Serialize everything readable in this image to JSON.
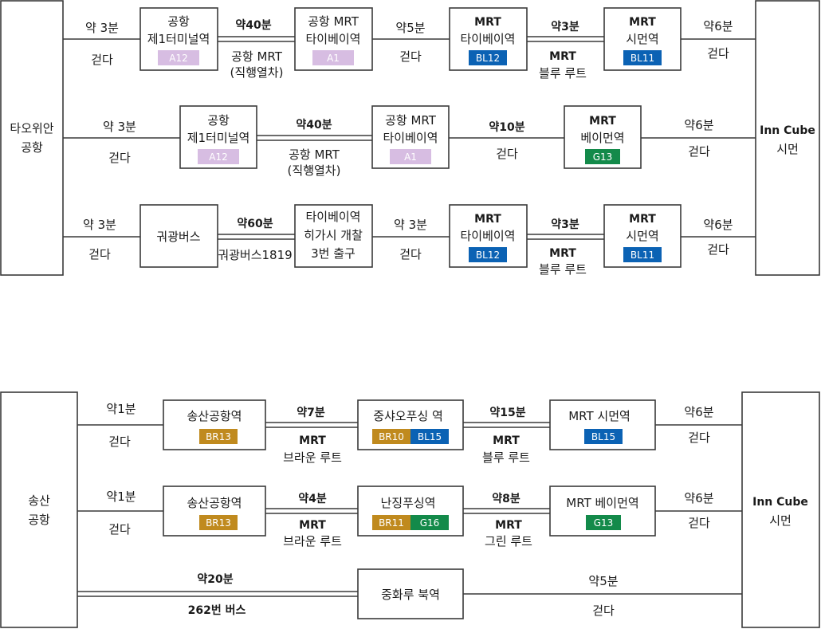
{
  "colors": {
    "line": "#3a3a3a",
    "badge_airport": "#d7bde2",
    "badge_blue": "#0b62b4",
    "badge_green": "#138a4a",
    "badge_brown": "#c08a1e"
  },
  "taoyuan": {
    "origin": [
      "타오위안",
      "공항"
    ],
    "dest": [
      "Inn Cube",
      "시먼"
    ],
    "route1": {
      "walk1_top": "약 3분",
      "walk1_bottom": "걷다",
      "st1_name": [
        "공항",
        "제1터미널역"
      ],
      "st1_badge": "A12",
      "seg2_top": "약40분",
      "seg2_bottom": [
        "공항 MRT",
        "(직행열차)"
      ],
      "st2_name": [
        "공항 MRT",
        "타이베이역"
      ],
      "st2_badge": "A1",
      "walk2_top": "약5분",
      "walk2_bottom": "걷다",
      "st3_name": [
        "MRT",
        "타이베이역"
      ],
      "st3_badge": "BL12",
      "seg4_top": "약3분",
      "seg4_bottom": [
        "MRT",
        "블루 루트"
      ],
      "st4_name": [
        "MRT",
        "시먼역"
      ],
      "st4_badge": "BL11",
      "walk3_top": "약6분",
      "walk3_bottom": "걷다"
    },
    "route2": {
      "walk1_top": "약 3분",
      "walk1_bottom": "걷다",
      "st1_name": [
        "공항",
        "제1터미널역"
      ],
      "st1_badge": "A12",
      "seg2_top": "약40분",
      "seg2_bottom": [
        "공항 MRT",
        "(직행열차)"
      ],
      "st2_name": [
        "공항 MRT",
        "타이베이역"
      ],
      "st2_badge": "A1",
      "seg3_top": "약10분",
      "seg3_bottom": "걷다",
      "st3_name": [
        "MRT",
        "베이먼역"
      ],
      "st3_badge": "G13",
      "walk3_top": "약6분",
      "walk3_bottom": "걷다"
    },
    "route3": {
      "walk1_top": "약 3분",
      "walk1_bottom": "걷다",
      "st1_name": "궈광버스",
      "seg2_top": "약60분",
      "seg2_bottom": "궈광버스1819",
      "st2_name": [
        "타이베이역",
        "히가시 개찰",
        "3번 출구"
      ],
      "walk2_top": "약 3분",
      "walk2_bottom": "걷다",
      "st3_name": [
        "MRT",
        "타이베이역"
      ],
      "st3_badge": "BL12",
      "seg4_top": "약3분",
      "seg4_bottom": [
        "MRT",
        "블루 루트"
      ],
      "st4_name": [
        "MRT",
        "시먼역"
      ],
      "st4_badge": "BL11",
      "walk3_top": "약6분",
      "walk3_bottom": "걷다"
    }
  },
  "songshan": {
    "origin": [
      "송산",
      "공항"
    ],
    "dest": [
      "Inn Cube",
      "시먼"
    ],
    "route1": {
      "walk1_top": "약1분",
      "walk1_bottom": "걷다",
      "st1_name": "송산공항역",
      "st1_badge": "BR13",
      "seg2_top": "약7분",
      "seg2_bottom": [
        "MRT",
        "브라운 루트"
      ],
      "st2_name": "중샤오푸싱 역",
      "st2_badge_a": "BR10",
      "st2_badge_b": "BL15",
      "seg3_top": "약15분",
      "seg3_bottom": [
        "MRT",
        "블루 루트"
      ],
      "st3_name": "MRT 시먼역",
      "st3_badge": "BL15",
      "walk3_top": "약6분",
      "walk3_bottom": "걷다"
    },
    "route2": {
      "walk1_top": "약1분",
      "walk1_bottom": "걷다",
      "st1_name": "송산공항역",
      "st1_badge": "BR13",
      "seg2_top": "약4분",
      "seg2_bottom": [
        "MRT",
        "브라운 루트"
      ],
      "st2_name": "난징푸싱역",
      "st2_badge_a": "BR11",
      "st2_badge_b": "G16",
      "seg3_top": "약8분",
      "seg3_bottom": [
        "MRT",
        "그린 루트"
      ],
      "st3_name": "MRT 베이먼역",
      "st3_badge": "G13",
      "walk3_top": "약6분",
      "walk3_bottom": "걷다"
    },
    "route3": {
      "seg1_top": "약20분",
      "seg1_bottom": "262번 버스",
      "st1_name": "중화루 북역",
      "seg2_top": "약5분",
      "seg2_bottom": "걷다"
    }
  }
}
